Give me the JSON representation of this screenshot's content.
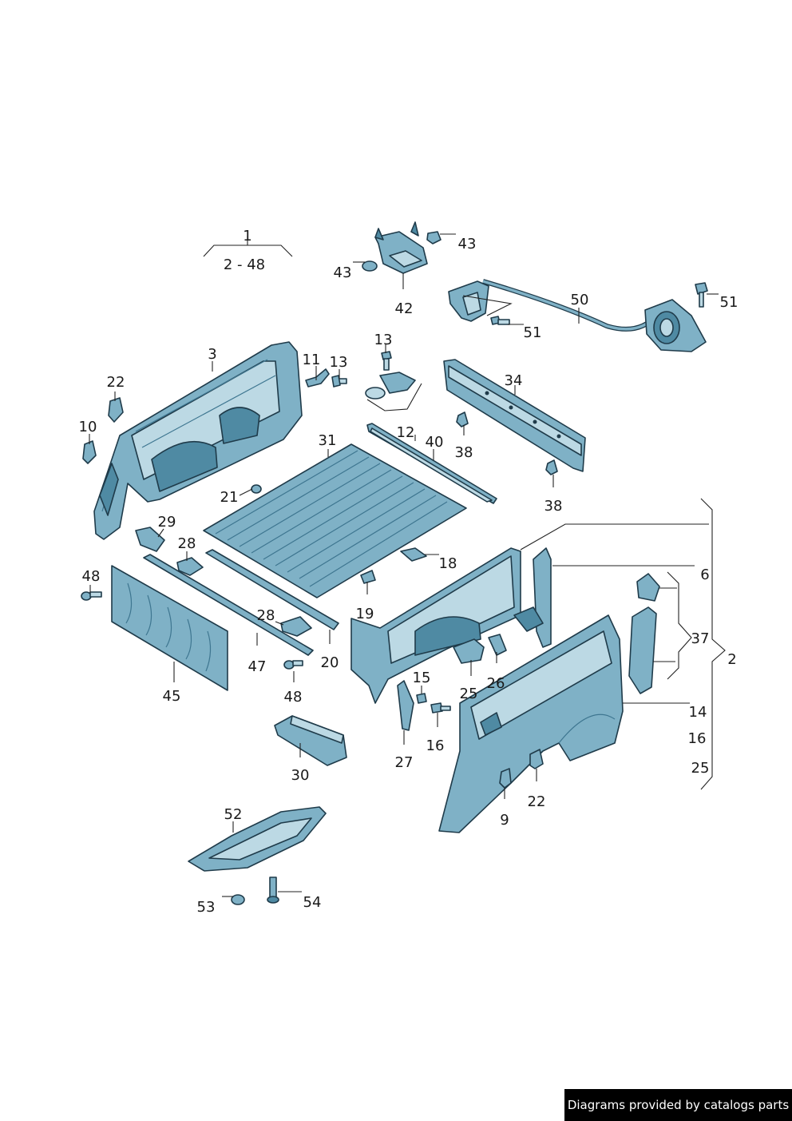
{
  "colors": {
    "part_fill": "#7fb1c6",
    "part_stroke": "#1f3b4a",
    "background": "#ffffff",
    "credit_bg": "#000000"
  },
  "credit": "Diagrams provided by catalogs parts",
  "labels": {
    "l1": "1",
    "l2_48": "2 - 48",
    "l43a": "43",
    "l43b": "43",
    "l42": "42",
    "l50": "50",
    "l51a": "51",
    "l51b": "51",
    "l3": "3",
    "l22a": "22",
    "l10": "10",
    "l11": "11",
    "l13a": "13",
    "l13b": "13",
    "l34": "34",
    "l12": "12",
    "l40": "40",
    "l31": "31",
    "l38a": "38",
    "l38b": "38",
    "l21": "21",
    "l29": "29",
    "l28a": "28",
    "l48a": "48",
    "l18": "18",
    "l19": "19",
    "l6": "6",
    "l28b": "28",
    "l47": "47",
    "l20": "20",
    "l45": "45",
    "l48b": "48",
    "l37": "37",
    "l2": "2",
    "l15": "15",
    "l25a": "25",
    "l26": "26",
    "l16a": "16",
    "l27": "27",
    "l30": "30",
    "l14": "14",
    "l16b": "16",
    "l25b": "25",
    "l22b": "22",
    "l9": "9",
    "l52": "52",
    "l53": "53",
    "l54": "54"
  }
}
